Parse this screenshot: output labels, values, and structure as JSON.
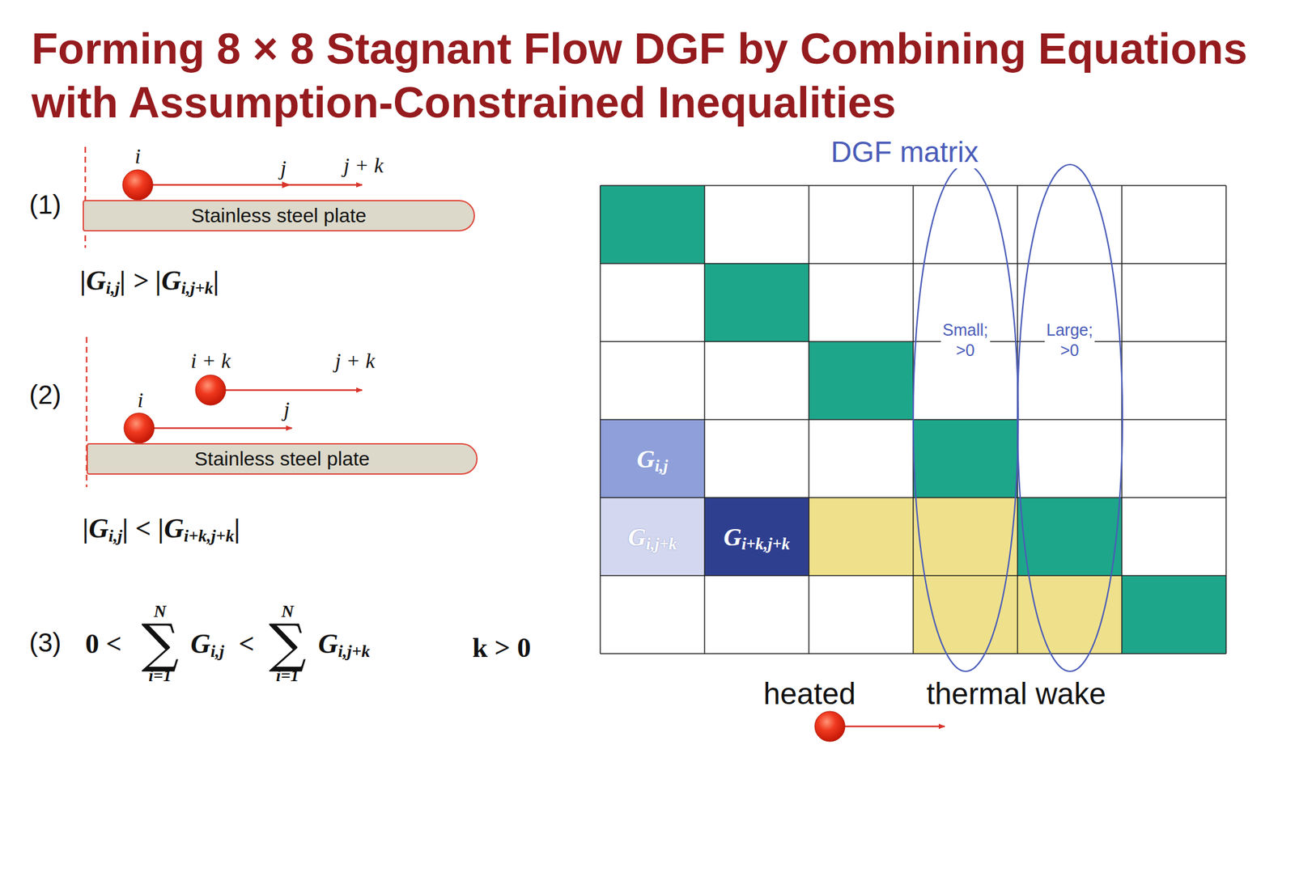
{
  "diagram": {
    "title": "Forming 8 × 8 Stagnant Flow DGF by Combining Equations with Assumption-Constrained Inequalities",
    "nodes": [
      {
        "text": [
          "Stainless steel plate"
        ]
      },
      {
        "text": [
          "Stainless steel plate"
        ]
      },
      {
        "text": [
          "Small; >0"
        ]
      },
      {
        "text": [
          "Large; >0"
        ]
      },
      {
        "text": [
          "G",
          "i,j"
        ]
      },
      {
        "text": [
          "G",
          "i,j+k"
        ]
      },
      {
        "text": [
          "G",
          "i+k,j+k"
        ]
      }
    ],
    "labels": [
      "(1)",
      "i",
      "j",
      "j + k",
      "|G",
      "i,j",
      "| > |G",
      "i,j+k",
      "|",
      "(2)",
      "i + k",
      "j + k",
      "i",
      "j",
      "|G",
      "i,j",
      "| < |G",
      "i+k,j+k",
      "|",
      "(3)",
      "0 <",
      "N",
      "∑",
      "i=1",
      "G",
      "i,j",
      "<",
      "N",
      "∑",
      "i=1",
      "G",
      "i,j+k",
      "k > 0",
      "DGF matrix",
      "heated",
      "thermal wake"
    ]
  }
}
